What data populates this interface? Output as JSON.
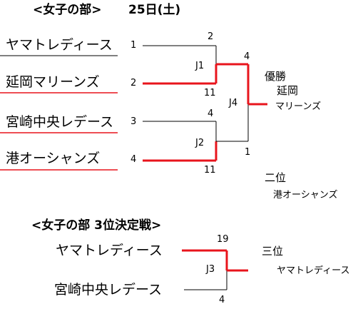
{
  "colors": {
    "winner_line": "#e8141c",
    "loser_line": "#000000",
    "text": "#000000"
  },
  "main": {
    "title": "<女子の部>",
    "date": "25日(土)",
    "teams": [
      {
        "name": "ヤマトレディース",
        "seed": "1"
      },
      {
        "name": "延岡マリーンズ",
        "seed": "2"
      },
      {
        "name": "宮崎中央レデース",
        "seed": "3"
      },
      {
        "name": "港オーシャンズ",
        "seed": "4"
      }
    ],
    "matches": {
      "j1": {
        "label": "J1",
        "top_score": "2",
        "bottom_score": "11"
      },
      "j2": {
        "label": "J2",
        "top_score": "4",
        "bottom_score": "11"
      },
      "j4": {
        "label": "J4",
        "top_score": "4",
        "bottom_score": "1"
      }
    },
    "results": {
      "first_label": "優勝",
      "first_team_line1": "延岡",
      "first_team_line2": "マリーンズ",
      "second_label": "二位",
      "second_team": "港オーシャンズ"
    }
  },
  "third_place": {
    "title": "<女子の部 3位決定戦>",
    "teams": [
      "ヤマトレディース",
      "宮崎中央レデース"
    ],
    "match": {
      "label": "J3",
      "top_score": "19",
      "bottom_score": "4"
    },
    "result_label": "三位",
    "result_team": "ヤマトレディース"
  }
}
